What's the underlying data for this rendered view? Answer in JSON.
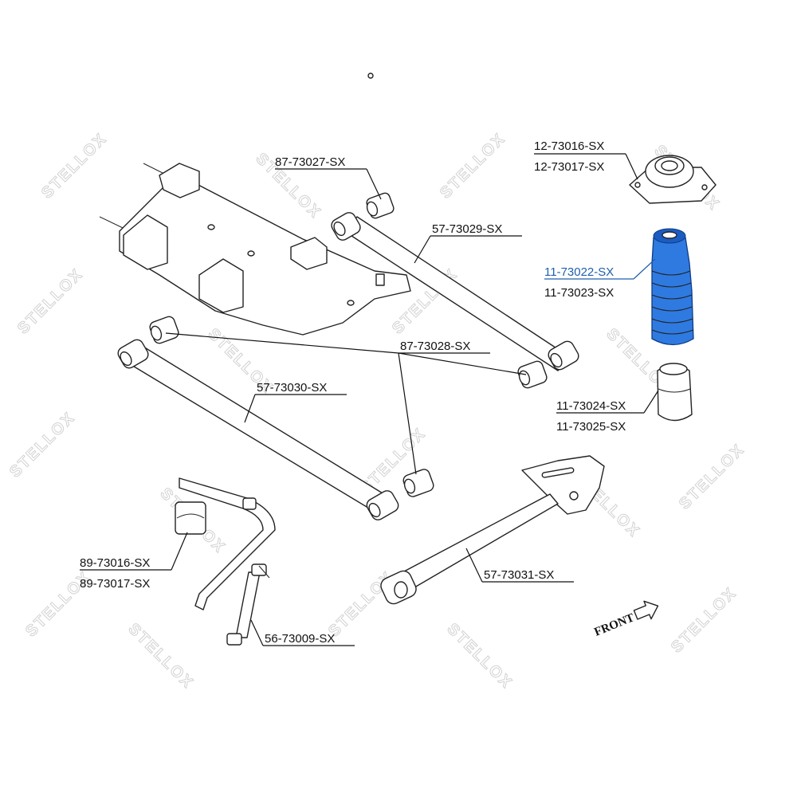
{
  "watermark": "STELLOX",
  "front_label": "FRONT",
  "callouts": {
    "p87_73027": "87-73027-SX",
    "p57_73029": "57-73029-SX",
    "p87_73028": "87-73028-SX",
    "p57_73030": "57-73030-SX",
    "p12_73016": "12-73016-SX",
    "p12_73017": "12-73017-SX",
    "p11_73022": "11-73022-SX",
    "p11_73023": "11-73023-SX",
    "p11_73024": "11-73024-SX",
    "p11_73025": "11-73025-SX",
    "p89_73016": "89-73016-SX",
    "p89_73017": "89-73017-SX",
    "p56_73009": "56-73009-SX",
    "p57_73031": "57-73031-SX"
  },
  "colors": {
    "highlight_part": "#2f7ae0",
    "highlight_label": "#1f5fae",
    "line": "#111111",
    "watermark": "#d2d2d2"
  }
}
